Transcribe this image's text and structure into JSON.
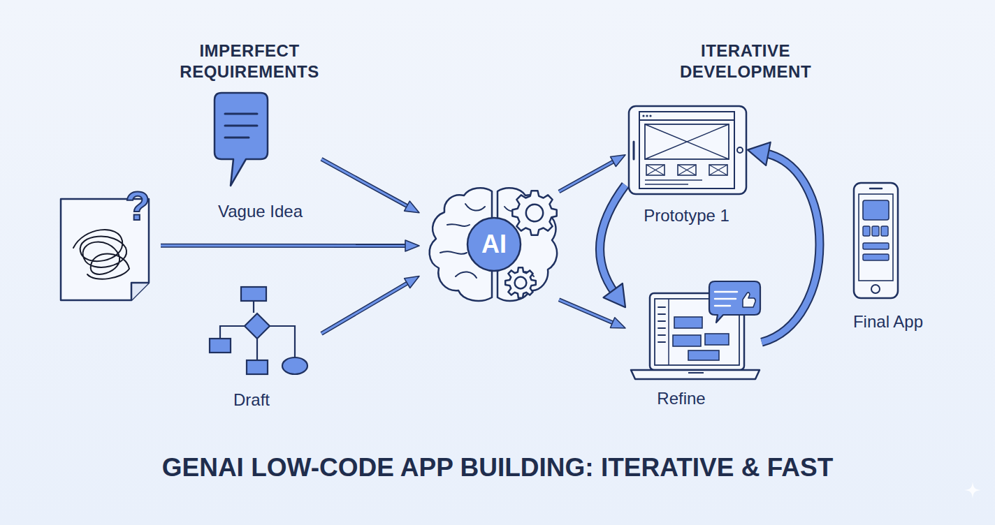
{
  "diagram": {
    "title": "GENAI LOW-CODE APP BUILDING: ITERATIVE & FAST",
    "nodes": [
      {
        "text": [
          "Vague Idea"
        ]
      },
      {
        "text": [
          "?"
        ]
      },
      {
        "text": [
          "Draft"
        ]
      },
      {
        "text": [
          "AI"
        ]
      },
      {
        "text": [
          "Prototype 1"
        ]
      },
      {
        "text": [
          "Refine"
        ]
      },
      {
        "text": [
          "Final App"
        ]
      }
    ],
    "edges": [
      {
        "from": 0,
        "to": 3,
        "arrow": "to"
      },
      {
        "from": 1,
        "to": 3,
        "arrow": "to"
      },
      {
        "from": 2,
        "to": 3,
        "arrow": "to"
      },
      {
        "from": 3,
        "to": 4,
        "arrow": "to"
      },
      {
        "from": 3,
        "to": 5,
        "arrow": "to"
      },
      {
        "from": 4,
        "to": 5,
        "arrow": "to"
      },
      {
        "from": 5,
        "to": 4,
        "arrow": "to"
      }
    ],
    "labels": [
      "IMPERFECT REQUIREMENTS",
      "ITERATIVE DEVELOPMENT"
    ]
  }
}
